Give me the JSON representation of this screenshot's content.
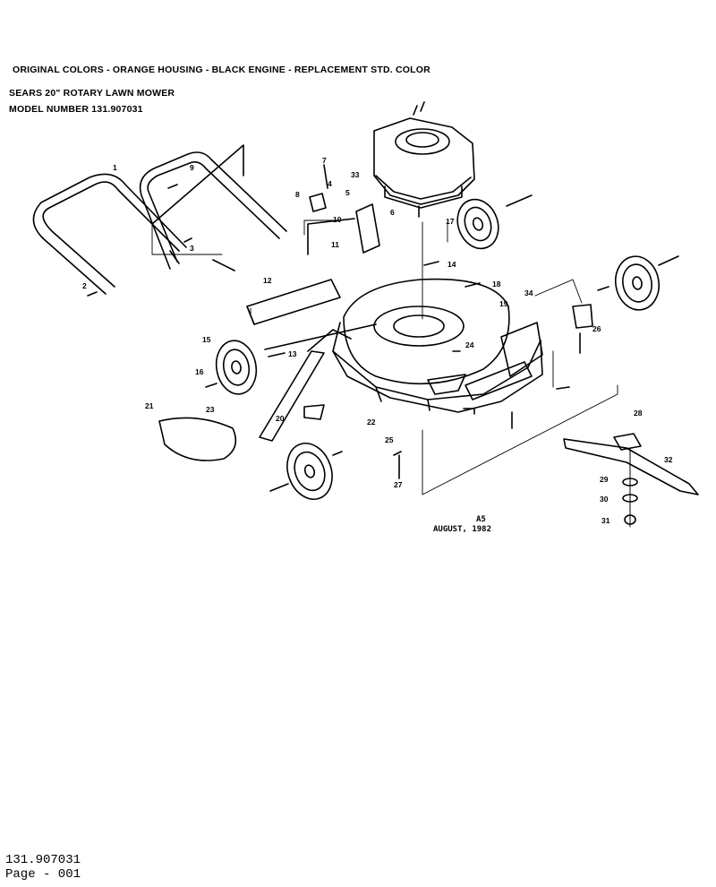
{
  "header": {
    "colors_line": "ORIGINAL COLORS - ORANGE HOUSING - BLACK ENGINE - REPLACEMENT STD. COLOR",
    "product_line": "SEARS 20\" ROTARY LAWN MOWER",
    "model_line": "MODEL NUMBER 131.907031"
  },
  "stamp": {
    "code": "A5",
    "date": "AUGUST, 1982"
  },
  "footer": {
    "model": "131.907031",
    "page": "Page - 001"
  },
  "callouts": [
    "1",
    "2",
    "3",
    "4",
    "5",
    "6",
    "7",
    "8",
    "9",
    "10",
    "11",
    "12",
    "13",
    "14",
    "15",
    "16",
    "17",
    "18",
    "19",
    "20",
    "21",
    "22",
    "23",
    "24",
    "25",
    "26",
    "27",
    "28",
    "29",
    "30",
    "31",
    "32",
    "33",
    "34"
  ],
  "colors": {
    "ink": "#000000",
    "paper": "#ffffff"
  }
}
